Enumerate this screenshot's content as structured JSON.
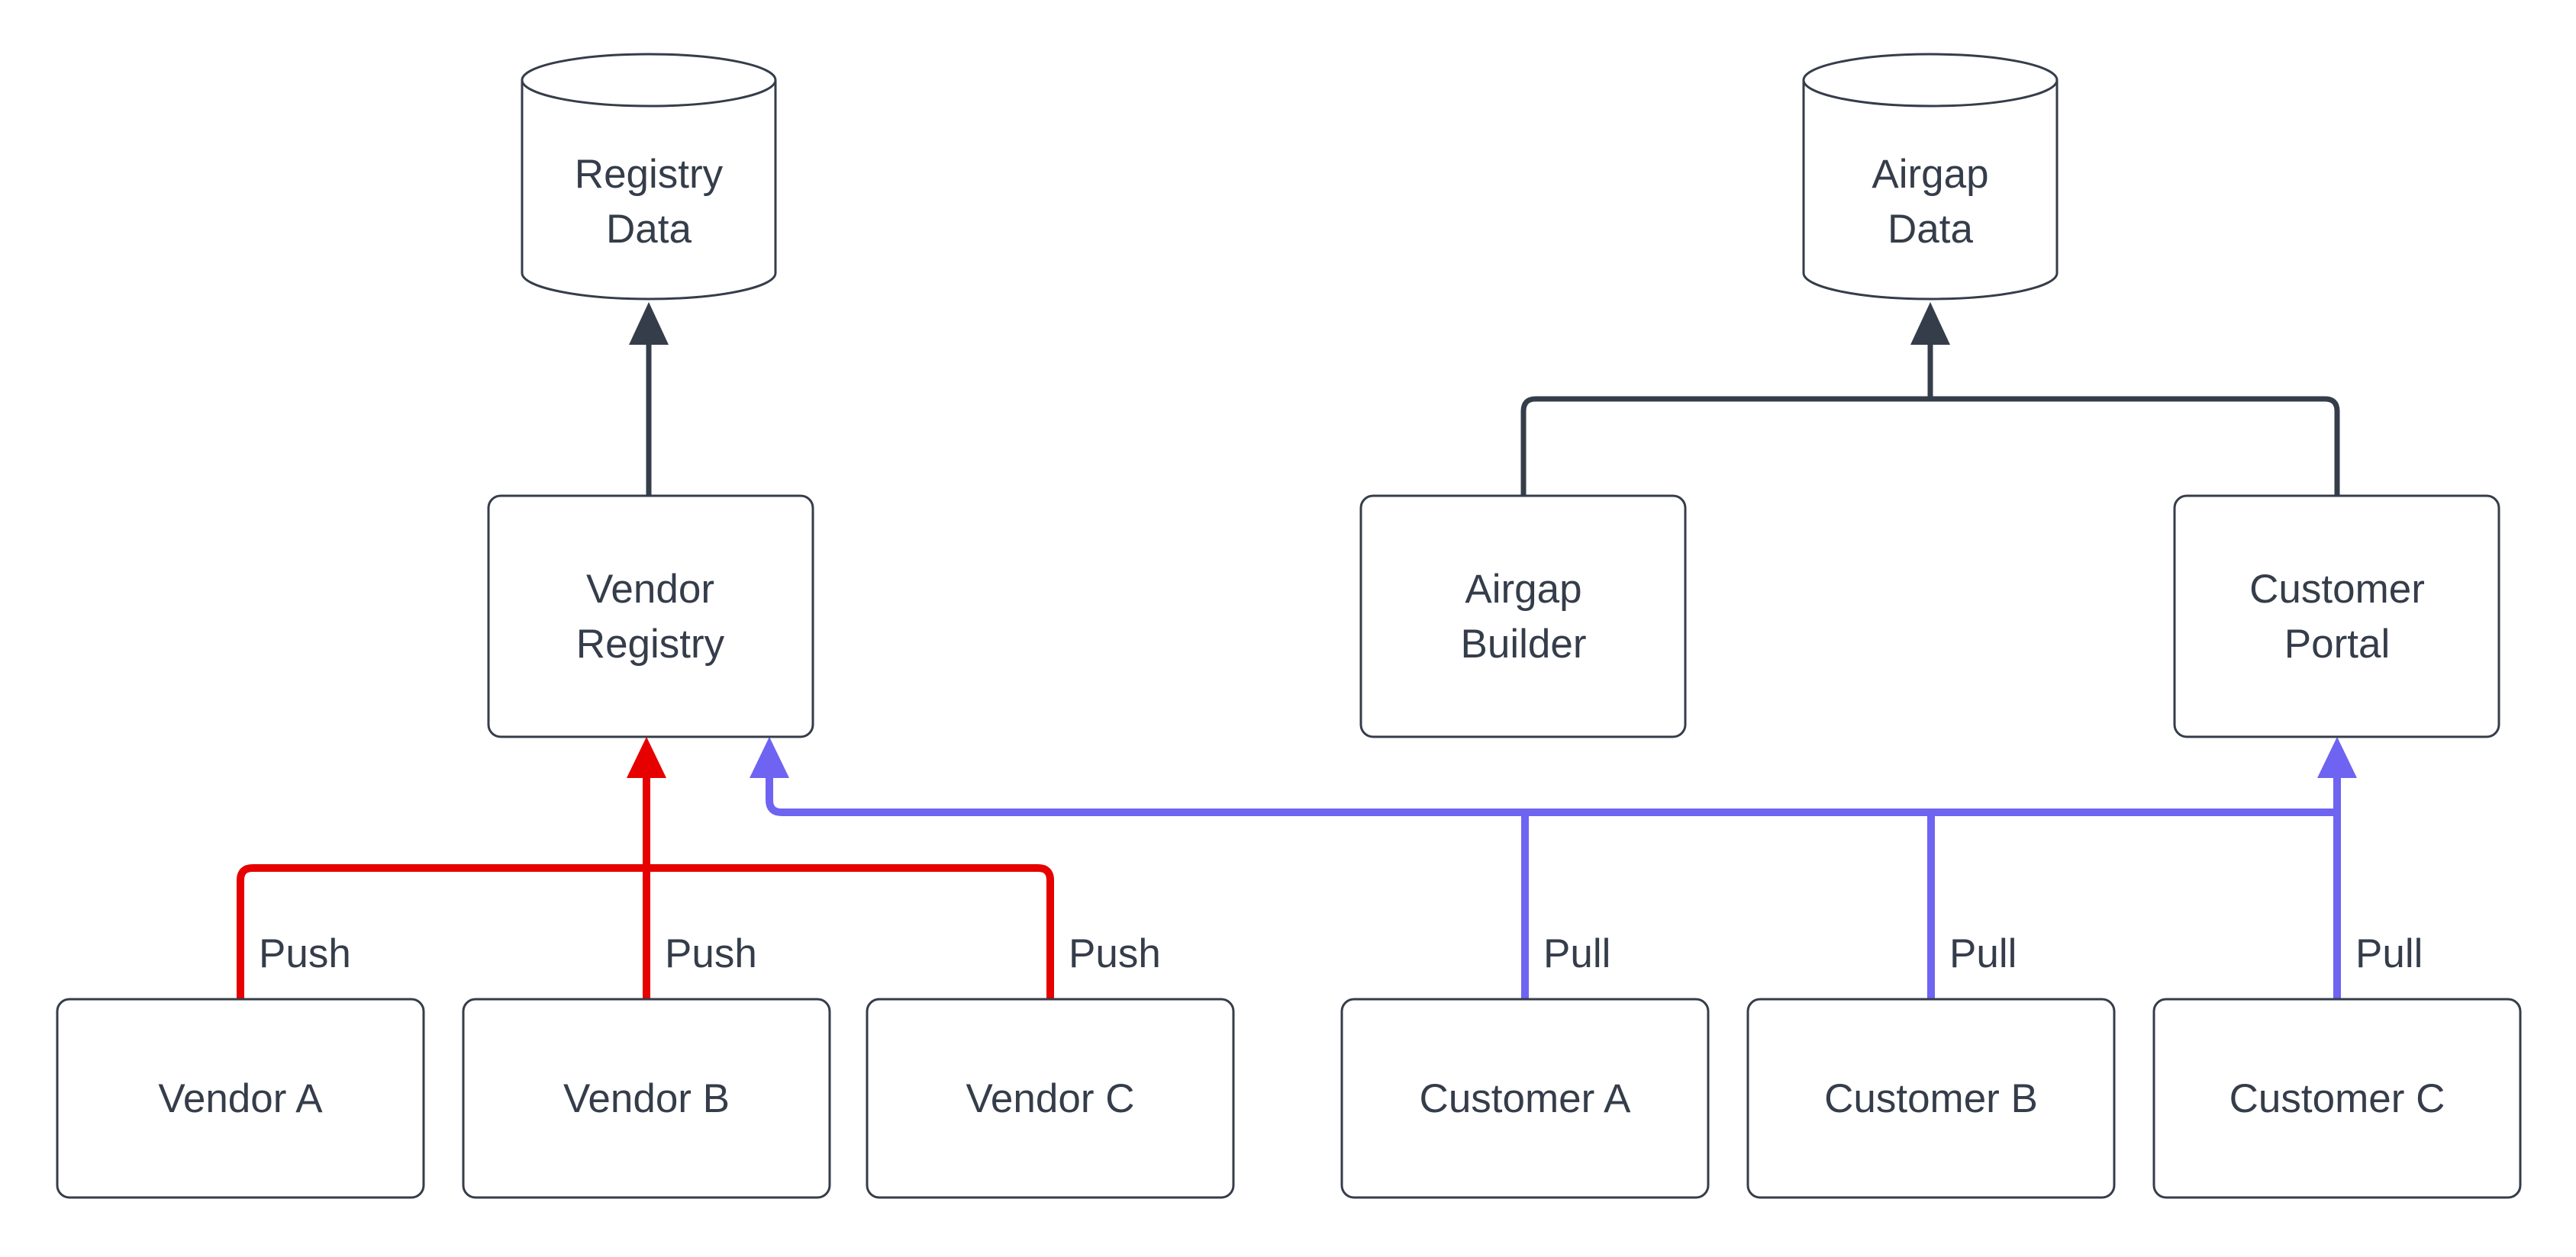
{
  "diagram": {
    "background": "#ffffff",
    "colors": {
      "node_border": "#353d4a",
      "node_fill": "#ffffff",
      "text": "#353d4a",
      "dark_edge": "#353d4a",
      "push_edge": "#e60000",
      "pull_edge": "#6e64f1"
    },
    "nodes": {
      "registry_data": {
        "shape": "cylinder",
        "line1": "Registry",
        "line2": "Data"
      },
      "airgap_data": {
        "shape": "cylinder",
        "line1": "Airgap",
        "line2": "Data"
      },
      "vendor_registry": {
        "shape": "rounded-rect",
        "line1": "Vendor",
        "line2": "Registry"
      },
      "airgap_builder": {
        "shape": "rounded-rect",
        "line1": "Airgap",
        "line2": "Builder"
      },
      "customer_portal": {
        "shape": "rounded-rect",
        "line1": "Customer",
        "line2": "Portal"
      },
      "vendor_a": {
        "shape": "rounded-rect",
        "label": "Vendor A"
      },
      "vendor_b": {
        "shape": "rounded-rect",
        "label": "Vendor B"
      },
      "vendor_c": {
        "shape": "rounded-rect",
        "label": "Vendor C"
      },
      "customer_a": {
        "shape": "rounded-rect",
        "label": "Customer A"
      },
      "customer_b": {
        "shape": "rounded-rect",
        "label": "Customer B"
      },
      "customer_c": {
        "shape": "rounded-rect",
        "label": "Customer C"
      }
    },
    "edges": [
      {
        "from": "vendor_a",
        "to": "vendor_registry",
        "label": "Push",
        "color": "red"
      },
      {
        "from": "vendor_b",
        "to": "vendor_registry",
        "label": "Push",
        "color": "red"
      },
      {
        "from": "vendor_c",
        "to": "vendor_registry",
        "label": "Push",
        "color": "red"
      },
      {
        "from": "customer_a",
        "to": "vendor_registry",
        "label": "Pull",
        "color": "blue"
      },
      {
        "from": "customer_b",
        "to": "vendor_registry",
        "label": "Pull",
        "color": "blue"
      },
      {
        "from": "customer_c",
        "to": "customer_portal",
        "label": "Pull",
        "color": "blue"
      },
      {
        "from": "vendor_registry",
        "to": "registry_data",
        "label": "",
        "color": "dark"
      },
      {
        "from": "airgap_builder",
        "to": "airgap_data",
        "label": "",
        "color": "dark"
      },
      {
        "from": "customer_portal",
        "to": "airgap_data",
        "label": "",
        "color": "dark"
      }
    ]
  }
}
